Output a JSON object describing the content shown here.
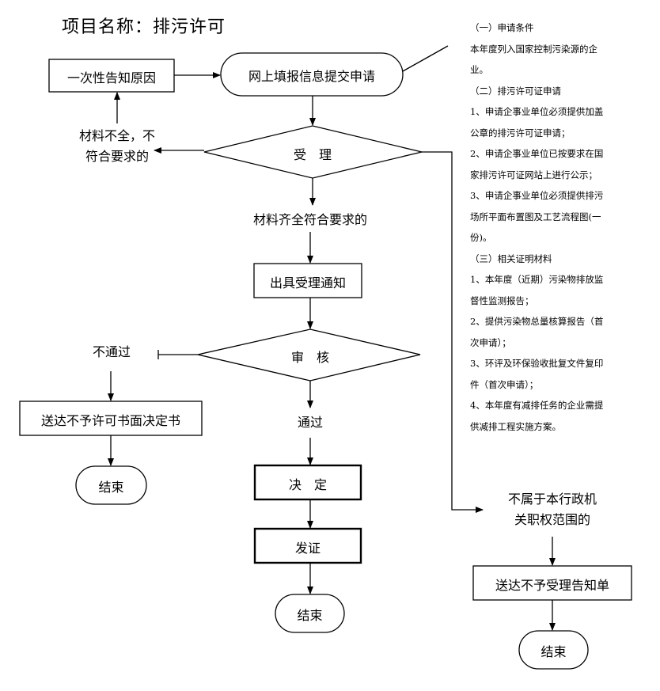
{
  "title": "项目名称：排污许可",
  "nodes": {
    "submit": "网上填报信息提交申请",
    "notify_reason": "一次性告知原因",
    "accept": "受　理",
    "receipt": "出具受理通知",
    "review": "审　核",
    "deny_doc": "送达不予许可书面决定书",
    "end_left": "结束",
    "decide": "决　定",
    "issue": "发证",
    "end_mid": "结束",
    "reject_doc": "送达不予受理告知单",
    "end_right": "结束"
  },
  "labels": {
    "incomplete_1": "材料不全，不",
    "incomplete_2": "符合要求的",
    "complete": "材料齐全符合要求的",
    "fail": "不通过",
    "pass": "通过",
    "outside_1": "不属于本行政机",
    "outside_2": "关职权范围的"
  },
  "notes": [
    "（一）申请条件",
    "本年度列入国家控制污染源的企",
    "业。",
    "（二）排污许可证申请",
    "1、申请企事业单位必须提供加盖",
    "公章的排污许可证申请；",
    "2、申请企事业单位已按要求在国",
    "家排污许可证网站上进行公示；",
    "3、申请企事业单位必须提供排污",
    "场所平面布置图及工艺流程图(一",
    "份)。",
    "（三）相关证明材料",
    "1、本年度（近期）污染物排放监",
    "督性监测报告；",
    "2、提供污染物总量核算报告（首",
    "次申请）；",
    "3、环评及环保验收批复文件复印",
    "件（首次申请）；",
    "4、本年度有减排任务的企业需提",
    "供减排工程实施方案。"
  ]
}
